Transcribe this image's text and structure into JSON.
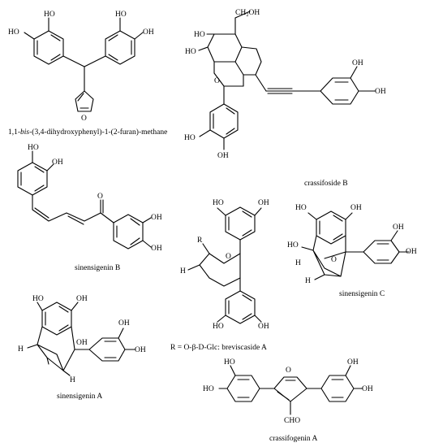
{
  "captions": {
    "c1_pre": "1,1-",
    "c1_italic": "bis",
    "c1_post": "-(3,4-dihydroxyphenyl)-1-(2-furan)-methane",
    "crassifoside_b": "crassifoside B",
    "sinensigenin_b": "sinensigenin B",
    "breviscaside_a": "R = O-β-D-Glc: breviscaside A",
    "sinensigenin_c": "sinensigenin C",
    "sinensigenin_a": "sinensigenin A",
    "crassifogenin_a": "crassifogenin A"
  },
  "atoms": {
    "HO": "HO",
    "OH": "OH",
    "O": "O",
    "CH2OH": "CH₂OH",
    "CHO": "CHO",
    "R": "R",
    "H": "H"
  }
}
